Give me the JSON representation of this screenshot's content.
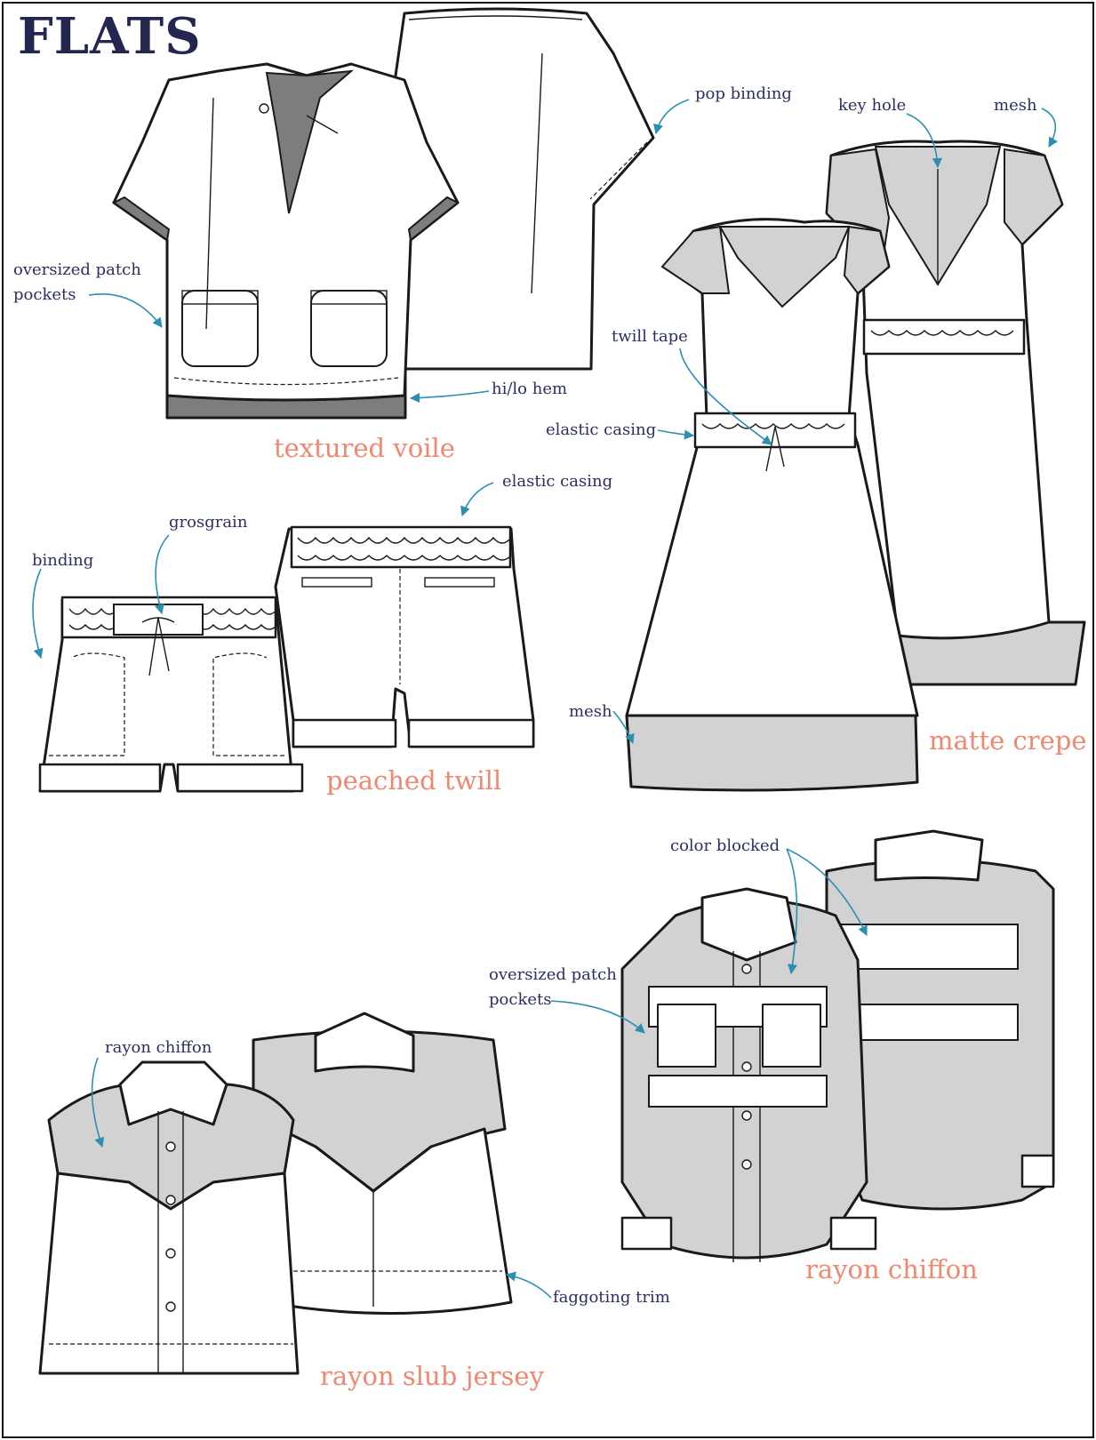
{
  "title": "FLATS",
  "callouts": {
    "pop_binding": "pop binding",
    "key_hole": "key hole",
    "mesh_top": "mesh",
    "oversized_patch_pockets_top": "oversized patch\npockets",
    "twill_tape": "twill tape",
    "hi_lo_hem": "hi/lo hem",
    "elastic_casing_dress": "elastic casing",
    "elastic_casing_shorts": "elastic casing",
    "grosgrain": "grosgrain",
    "binding": "binding",
    "mesh_bottom": "mesh",
    "color_blocked": "color blocked",
    "oversized_patch_pockets_bottom": "oversized patch\npockets",
    "rayon_chiffon_callout": "rayon chiffon",
    "faggoting_trim": "faggoting trim"
  },
  "fabrics": {
    "textured_voile": "textured voile",
    "peached_twill": "peached twill",
    "matte_crepe": "matte crepe",
    "rayon_chiffon": "rayon chiffon",
    "rayon_slub_jersey": "rayon slub jersey"
  },
  "colors": {
    "title": "#232750",
    "callout_text": "#2c2f63",
    "fabric_label": "#f08870",
    "arrow": "#2a8fb0",
    "panel_light": "#d2d2d2",
    "panel_dark": "#7d7d7d"
  }
}
